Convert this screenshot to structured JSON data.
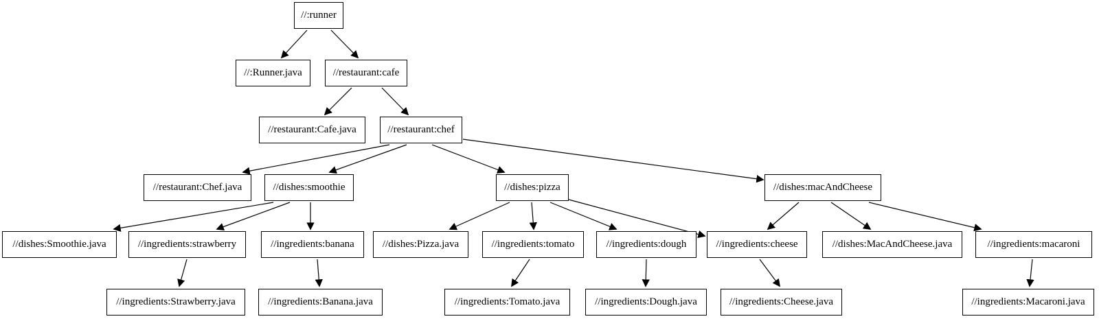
{
  "graph": {
    "title": "build-dependency-graph",
    "background_color": "#ffffff",
    "node_border_color": "#000000",
    "node_fill_color": "#ffffff",
    "edge_color": "#000000",
    "text_color": "#000000",
    "nodes": [
      {
        "id": "runner",
        "label": "//:runner"
      },
      {
        "id": "runner-java",
        "label": "//:Runner.java"
      },
      {
        "id": "cafe",
        "label": "//restaurant:cafe"
      },
      {
        "id": "cafe-java",
        "label": "//restaurant:Cafe.java"
      },
      {
        "id": "chef",
        "label": "//restaurant:chef"
      },
      {
        "id": "chef-java",
        "label": "//restaurant:Chef.java"
      },
      {
        "id": "smoothie",
        "label": "//dishes:smoothie"
      },
      {
        "id": "pizza",
        "label": "//dishes:pizza"
      },
      {
        "id": "mac-and-cheese",
        "label": "//dishes:macAndCheese"
      },
      {
        "id": "smoothie-java",
        "label": "//dishes:Smoothie.java"
      },
      {
        "id": "strawberry",
        "label": "//ingredients:strawberry"
      },
      {
        "id": "banana",
        "label": "//ingredients:banana"
      },
      {
        "id": "pizza-java",
        "label": "//dishes:Pizza.java"
      },
      {
        "id": "tomato",
        "label": "//ingredients:tomato"
      },
      {
        "id": "dough",
        "label": "//ingredients:dough"
      },
      {
        "id": "cheese",
        "label": "//ingredients:cheese"
      },
      {
        "id": "mac-and-cheese-java",
        "label": "//dishes:MacAndCheese.java"
      },
      {
        "id": "macaroni",
        "label": "//ingredients:macaroni"
      },
      {
        "id": "strawberry-java",
        "label": "//ingredients:Strawberry.java"
      },
      {
        "id": "banana-java",
        "label": "//ingredients:Banana.java"
      },
      {
        "id": "tomato-java",
        "label": "//ingredients:Tomato.java"
      },
      {
        "id": "dough-java",
        "label": "//ingredients:Dough.java"
      },
      {
        "id": "cheese-java",
        "label": "//ingredients:Cheese.java"
      },
      {
        "id": "macaroni-java",
        "label": "//ingredients:Macaroni.java"
      }
    ],
    "edges": [
      {
        "from": "//:runner",
        "to": "//:Runner.java"
      },
      {
        "from": "//:runner",
        "to": "//restaurant:cafe"
      },
      {
        "from": "//restaurant:cafe",
        "to": "//restaurant:Cafe.java"
      },
      {
        "from": "//restaurant:cafe",
        "to": "//restaurant:chef"
      },
      {
        "from": "//restaurant:chef",
        "to": "//restaurant:Chef.java"
      },
      {
        "from": "//restaurant:chef",
        "to": "//dishes:smoothie"
      },
      {
        "from": "//restaurant:chef",
        "to": "//dishes:pizza"
      },
      {
        "from": "//restaurant:chef",
        "to": "//dishes:macAndCheese"
      },
      {
        "from": "//dishes:smoothie",
        "to": "//dishes:Smoothie.java"
      },
      {
        "from": "//dishes:smoothie",
        "to": "//ingredients:strawberry"
      },
      {
        "from": "//dishes:smoothie",
        "to": "//ingredients:banana"
      },
      {
        "from": "//ingredients:strawberry",
        "to": "//ingredients:Strawberry.java"
      },
      {
        "from": "//ingredients:banana",
        "to": "//ingredients:Banana.java"
      },
      {
        "from": "//dishes:pizza",
        "to": "//dishes:Pizza.java"
      },
      {
        "from": "//dishes:pizza",
        "to": "//ingredients:tomato"
      },
      {
        "from": "//dishes:pizza",
        "to": "//ingredients:dough"
      },
      {
        "from": "//dishes:pizza",
        "to": "//ingredients:cheese"
      },
      {
        "from": "//dishes:macAndCheese",
        "to": "//ingredients:cheese"
      },
      {
        "from": "//dishes:macAndCheese",
        "to": "//dishes:MacAndCheese.java"
      },
      {
        "from": "//dishes:macAndCheese",
        "to": "//ingredients:macaroni"
      },
      {
        "from": "//ingredients:tomato",
        "to": "//ingredients:Tomato.java"
      },
      {
        "from": "//ingredients:dough",
        "to": "//ingredients:Dough.java"
      },
      {
        "from": "//ingredients:cheese",
        "to": "//ingredients:Cheese.java"
      },
      {
        "from": "//ingredients:macaroni",
        "to": "//ingredients:Macaroni.java"
      }
    ]
  }
}
